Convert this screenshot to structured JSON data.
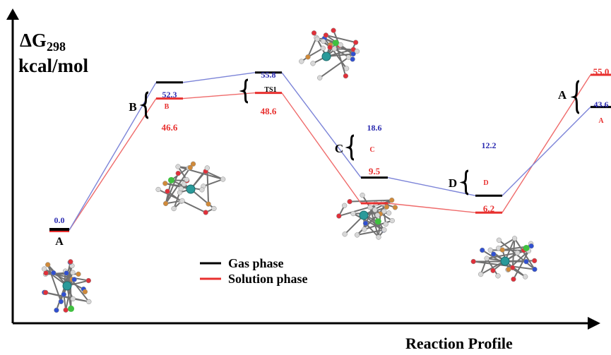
{
  "chart_data": {
    "type": "line",
    "title": "",
    "ylabel": "ΔG298",
    "ylabel_main": "ΔG",
    "ylabel_sub": "298",
    "ylabel_unit": "kcal/mol",
    "xlabel": "Reaction Profile",
    "ylim": [
      0,
      60
    ],
    "grid": false,
    "legend_position": "bottom-center",
    "stages": [
      "A",
      "B",
      "TS1",
      "C",
      "D",
      "A"
    ],
    "series": [
      {
        "name": "Gas phase",
        "color": "#000000",
        "link_color": "#7c84d8",
        "label_color": "#2a2ab0",
        "values": [
          0.0,
          52.3,
          55.8,
          18.6,
          12.2,
          43.6
        ]
      },
      {
        "name": "Solution phase",
        "color": "#e8302f",
        "link_color": "#ef6b6b",
        "label_color": "#e8302f",
        "values": [
          0.0,
          46.6,
          48.6,
          9.5,
          6.2,
          55.0
        ]
      }
    ],
    "annotations": {
      "gas_labels": [
        "0.0",
        "52.3",
        "55.8",
        "18.6",
        "12.2",
        "43.6"
      ],
      "solution_labels": [
        "46.6",
        "48.6",
        "9.5",
        "6.2",
        "55.0"
      ],
      "bracket_letters": [
        "B",
        "C",
        "D",
        "A"
      ],
      "bracket_letters_b": "B",
      "bracket_letters_c": "C",
      "bracket_letters_d": "D",
      "bracket_letters_a": "A",
      "tag_b": "B",
      "tag_ts1": "TS1",
      "tag_c": "C",
      "tag_d": "D",
      "tag_a": "A",
      "start_label": "A"
    },
    "colors": {
      "atom_c": "#d8d8d8",
      "atom_o": "#e0303a",
      "atom_n": "#3050d0",
      "atom_cl": "#40c040",
      "atom_p": "#d08a3a",
      "metal": "#2a9a9a",
      "bond": "#707070"
    },
    "icons": [
      "molecule-structure"
    ]
  }
}
